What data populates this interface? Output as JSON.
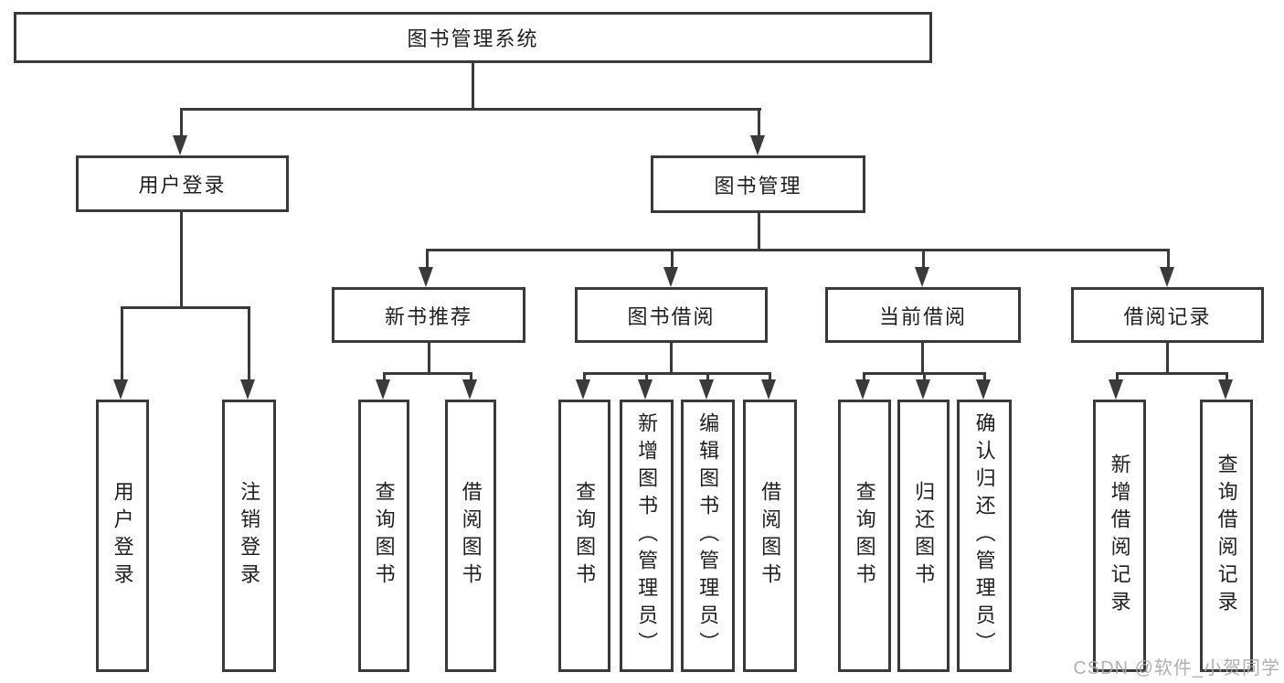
{
  "diagram": {
    "type": "hierarchy-tree",
    "watermark": "CSDN @软件_小贺同学"
  },
  "colors": {
    "line": "#3a3a3a",
    "text": "#1f1f1f",
    "watermark": "#a8a8a8",
    "background": "#ffffff"
  },
  "tree": {
    "root": {
      "label": "图书管理系统"
    },
    "level2": [
      {
        "label": "用户登录"
      },
      {
        "label": "图书管理"
      }
    ],
    "level3": [
      {
        "parent": "图书管理",
        "label": "新书推荐"
      },
      {
        "parent": "图书管理",
        "label": "图书借阅"
      },
      {
        "parent": "图书管理",
        "label": "当前借阅"
      },
      {
        "parent": "图书管理",
        "label": "借阅记录"
      }
    ],
    "leaves": [
      {
        "parent": "用户登录",
        "label": "用户登录"
      },
      {
        "parent": "用户登录",
        "label": "注销登录"
      },
      {
        "parent": "新书推荐",
        "label": "查询图书"
      },
      {
        "parent": "新书推荐",
        "label": "借阅图书"
      },
      {
        "parent": "图书借阅",
        "label": "查询图书"
      },
      {
        "parent": "图书借阅",
        "label": "新增图书（管理员）"
      },
      {
        "parent": "图书借阅",
        "label": "编辑图书（管理员）"
      },
      {
        "parent": "图书借阅",
        "label": "借阅图书"
      },
      {
        "parent": "当前借阅",
        "label": "查询图书"
      },
      {
        "parent": "当前借阅",
        "label": "归还图书"
      },
      {
        "parent": "当前借阅",
        "label": "确认归还（管理员）"
      },
      {
        "parent": "借阅记录",
        "label": "新增借阅记录"
      },
      {
        "parent": "借阅记录",
        "label": "查询借阅记录"
      }
    ]
  }
}
